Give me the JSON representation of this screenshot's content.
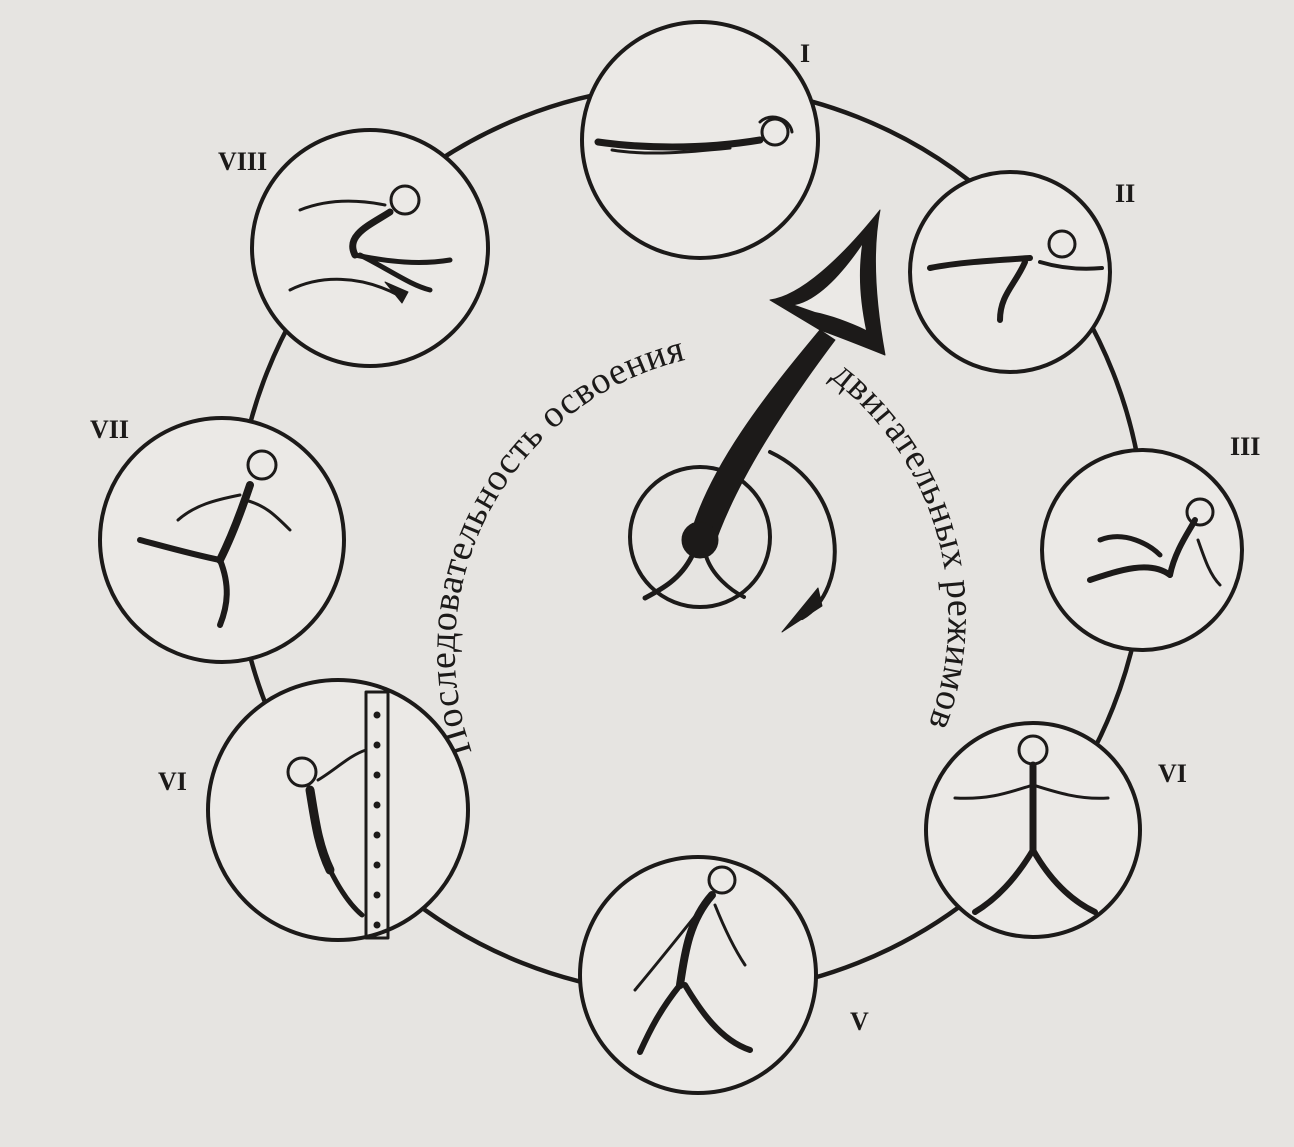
{
  "diagram": {
    "arc_text_left": "Последовательность освоения",
    "arc_text_right": "двигательных режимов",
    "stations": [
      {
        "numeral": "I",
        "figure": "lying-figure-icon"
      },
      {
        "numeral": "II",
        "figure": "crawling-figure-icon"
      },
      {
        "numeral": "III",
        "figure": "sitting-figure-icon"
      },
      {
        "numeral": "VI",
        "figure": "standing-figure-icon"
      },
      {
        "numeral": "V",
        "figure": "walking-figure-icon"
      },
      {
        "numeral": "VI",
        "figure": "climbing-figure-icon"
      },
      {
        "numeral": "VII",
        "figure": "running-figure-icon"
      },
      {
        "numeral": "VIII",
        "figure": "jumping-figure-icon"
      }
    ]
  }
}
